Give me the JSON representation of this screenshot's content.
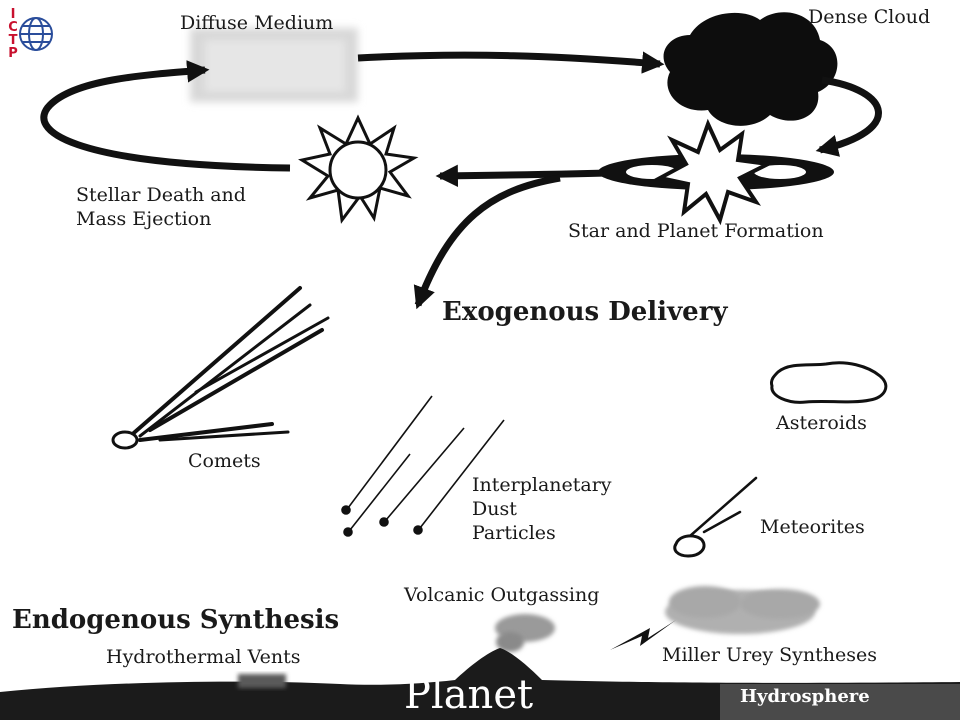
{
  "logo": {
    "letters": [
      "I",
      "C",
      "T",
      "P"
    ],
    "color": "#c8102e",
    "globe_color": "#2a4d9b"
  },
  "cycle": {
    "diffuse_medium": "Diffuse Medium",
    "dense_cloud": "Dense Cloud",
    "stellar_death": [
      "Stellar Death and",
      "Mass Ejection"
    ],
    "star_planet_formation": "Star and Planet Formation"
  },
  "exogenous": {
    "title": "Exogenous Delivery",
    "comets": "Comets",
    "idp": [
      "Interplanetary",
      "Dust",
      "Particles"
    ],
    "asteroids": "Asteroids",
    "meteorites": "Meteorites"
  },
  "endogenous": {
    "title": "Endogenous Synthesis",
    "hydrothermal": "Hydrothermal Vents",
    "volcanic": "Volcanic Outgassing",
    "miller_urey": "Miller Urey Syntheses"
  },
  "ground": {
    "planet": "Planet",
    "hydrosphere": "Hydrosphere"
  }
}
